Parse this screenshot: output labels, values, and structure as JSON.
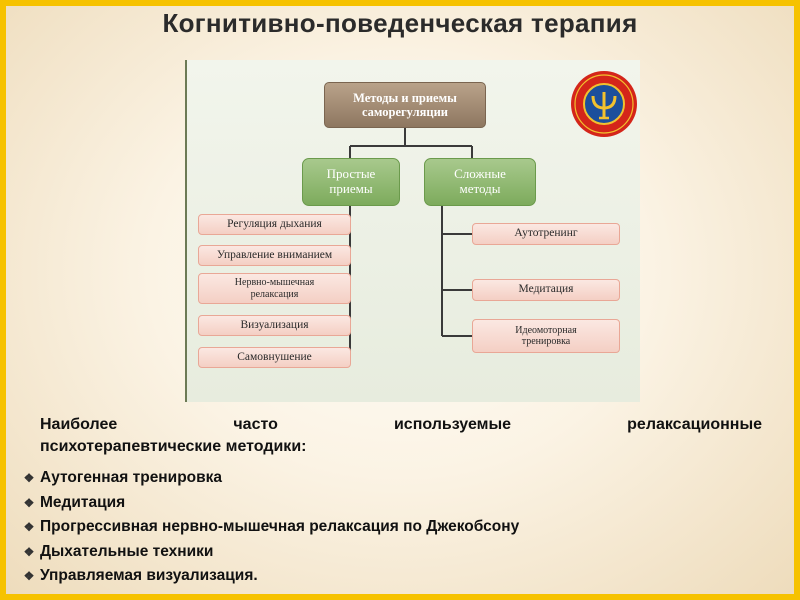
{
  "title": "Когнитивно-поведенческая терапия",
  "diagram": {
    "root": [
      "Методы и приемы",
      "саморегуляции"
    ],
    "simple": [
      "Простые",
      "приемы"
    ],
    "complex": [
      "Сложные",
      "методы"
    ],
    "simple_items": [
      [
        "Регуляция дыхания"
      ],
      [
        "Управление вниманием"
      ],
      [
        "Нервно-мышечная",
        "релаксация"
      ],
      [
        "Визуализация"
      ],
      [
        "Самовнушение"
      ]
    ],
    "complex_items": [
      [
        "Аутотренинг"
      ],
      [
        "Медитация"
      ],
      [
        "Идеомоторная",
        "тренировка"
      ]
    ]
  },
  "intro": {
    "line1": "Наиболее часто используемые релаксационные",
    "line2": "психотерапевтические методики:"
  },
  "bullet_icon": "diamond-bullet-icon",
  "bullets": [
    "Аутогенная тренировка",
    "Медитация",
    "Прогрессивная нервно-мышечная релаксация по Джекобсону",
    "Дыхательные техники",
    "Управляемая визуализация."
  ],
  "colors": {
    "frame": "#f6c200",
    "accent_arrow": "#8b1a12",
    "root_node": "#a08a72",
    "group_node": "#8fb872",
    "leaf_node": "#f6d6cc",
    "logo_red": "#d4251a",
    "logo_blue": "#1c4f9c",
    "logo_gold": "#f2c12e"
  }
}
